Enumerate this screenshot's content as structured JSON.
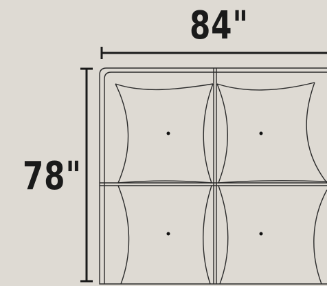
{
  "dimensions": {
    "width_label": "84\"",
    "depth_label": "78\""
  },
  "colors": {
    "background": "#dedad3",
    "line": "#1a1a1a"
  },
  "icons": {
    "cushion_button": "tufting-button-dot"
  }
}
